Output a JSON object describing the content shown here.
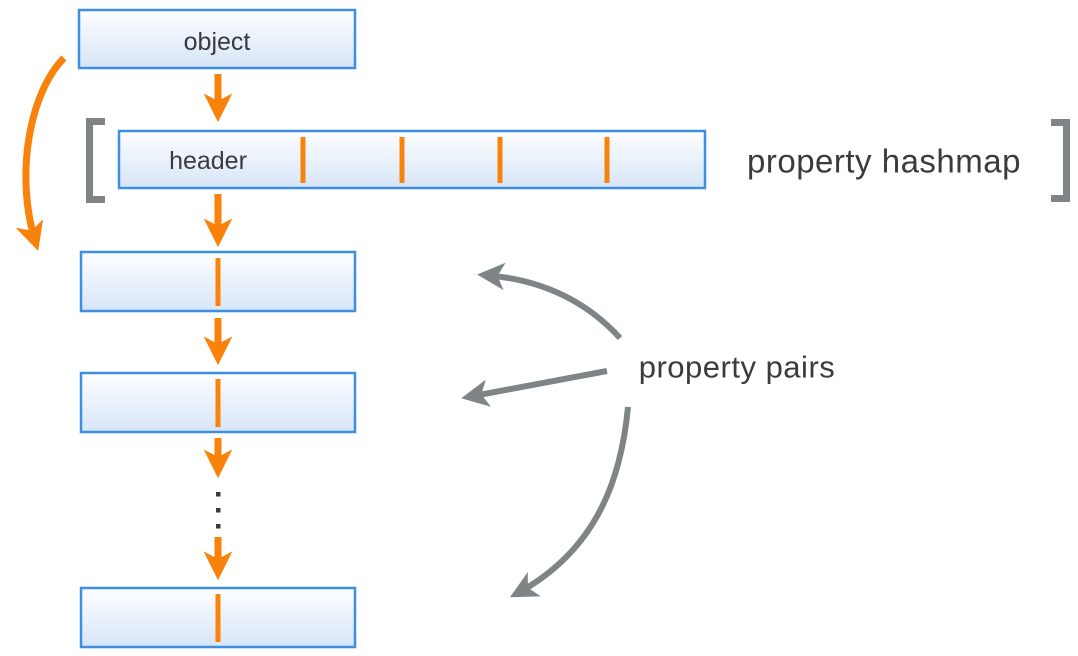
{
  "diagram": {
    "object_box": {
      "label": "object"
    },
    "hashmap": {
      "header_label": "header",
      "annotation": "property hashmap",
      "slot_dividers": 4
    },
    "property_pairs": {
      "annotation": "property pairs",
      "visible_pair_boxes": 3,
      "ellipsis": "vertical-dots",
      "pointer_arrows": 3
    }
  },
  "colors": {
    "background": "#ffffff",
    "orange": "#f8820a",
    "blue": "#3e8ee2",
    "gray": "#7f8487",
    "text-dark": "#3b3b3d",
    "box-fill-top": "#fdfeff",
    "box-fill-bottom": "#d7e5f7"
  }
}
